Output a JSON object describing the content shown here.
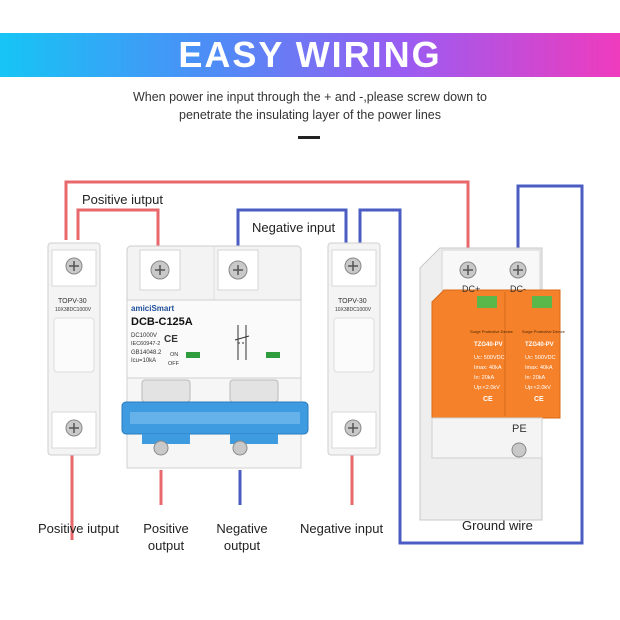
{
  "header": {
    "title": "EASY WIRING",
    "subtitle_line1": "When power ine input through the + and -,please screw down to",
    "subtitle_line2": "penetrate the insulating layer of the power lines"
  },
  "labels": {
    "top_positive": "Positive iutput",
    "top_negative": "Negative input",
    "bottom_positive_in": "Positive iutput",
    "bottom_positive_out_1": "Positive",
    "bottom_positive_out_2": "output",
    "bottom_negative_out_1": "Negative",
    "bottom_negative_out_2": "output",
    "bottom_negative_in": "Negative input",
    "ground": "Ground wire",
    "pe": "PE"
  },
  "fuse_left": {
    "model": "TOPV-30",
    "rating": "10X38DC1000V"
  },
  "fuse_right": {
    "model": "TOPV-30",
    "rating": "10X38DC1000V"
  },
  "breaker": {
    "brand_a": "amici",
    "brand_b": "Smart",
    "model": "DCB-C125A",
    "spec1": "DC1000V",
    "spec2": "IEC60947-2",
    "spec3": "GB14048.2",
    "spec4": "Icu=10kA",
    "ce": "CE",
    "on": "ON",
    "off": "OFF"
  },
  "spd": {
    "terminal_plus": "DC+",
    "terminal_minus": "DC-",
    "header": "Surge Protective Device",
    "model": "TZG40-PV",
    "uc": "Uc: 500VDC",
    "imax": "Imax: 40kA",
    "in": "In:  20kA",
    "up": "Up:<2.0kV",
    "ce": "CE"
  },
  "colors": {
    "positive_wire": "#e8686b",
    "negative_wire": "#4b5cc2",
    "spd_orange": "#f5812a"
  }
}
